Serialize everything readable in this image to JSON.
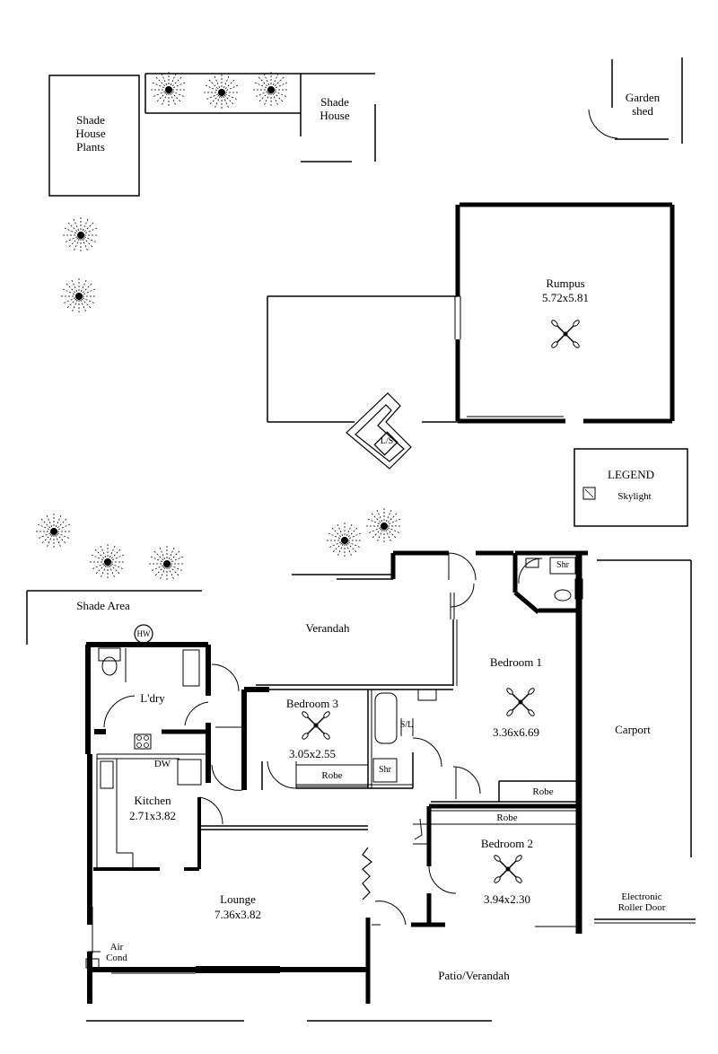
{
  "labels": {
    "shade_house_plants": "Shade\nHouse\nPlants",
    "shade_house": "Shade\nHouse",
    "garden_shed": "Garden\nshed",
    "rumpus_name": "Rumpus",
    "rumpus_size": "5.72x5.81",
    "legend_title": "LEGEND",
    "legend_item": "Skylight",
    "shade_area": "Shade Area",
    "verandah": "Verandah",
    "ldry": "L'dry",
    "bedroom3_name": "Bedroom 3",
    "bedroom3_size": "3.05x2.55",
    "bedroom3_robe": "Robe",
    "bedroom1_name": "Bedroom 1",
    "bedroom1_size": "3.36x6.69",
    "bedroom1_robe": "Robe",
    "bedroom2_name": "Bedroom 2",
    "bedroom2_size": "3.94x2.30",
    "bedroom2_robe": "Robe",
    "shr_top": "Shr",
    "shr_bath": "Shr",
    "dw": "DW",
    "kitchen_name": "Kitchen",
    "kitchen_size": "2.71x3.82",
    "lounge_name": "Lounge",
    "lounge_size": "7.36x3.82",
    "carport": "Carport",
    "electronic_roller_door": "Electronic\nRoller Door",
    "air_cond": "Air\nCond",
    "patio": "Patio/Verandah",
    "hw": "HW",
    "ls": "L/S",
    "sl": "S/L"
  },
  "colors": {
    "ink": "#000000",
    "paper": "#ffffff"
  },
  "icons": [
    "ceiling-fan-icon",
    "shrub-icon",
    "skylight-icon",
    "toilet-icon",
    "bathtub-icon",
    "stove-icon"
  ]
}
